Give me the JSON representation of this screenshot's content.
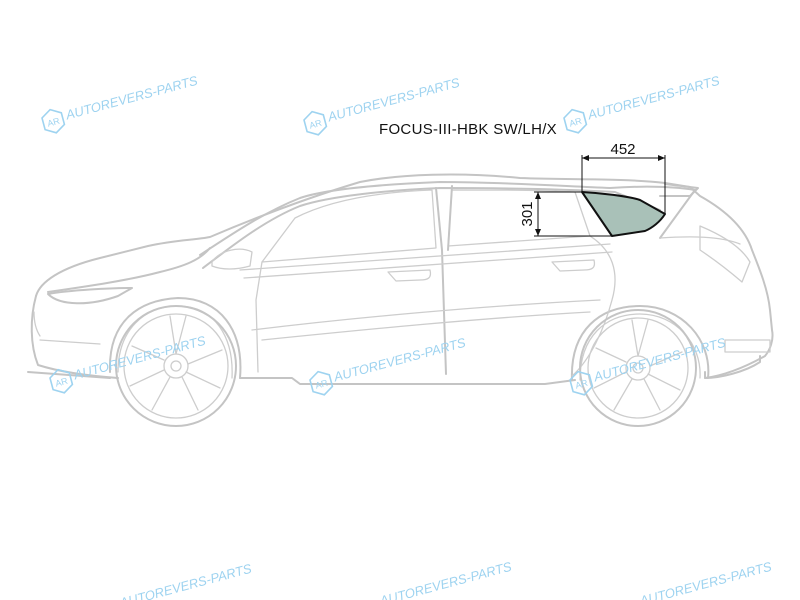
{
  "diagram": {
    "part_code": "FOCUS-III-HBK SW/LH/X",
    "dimensions": {
      "width_mm": "452",
      "height_mm": "301"
    },
    "highlighted_part": "rear-side-window-left",
    "colors": {
      "glass_fill": "#a9c1b8",
      "car_outline": "#c4c4c4",
      "dimension_lines": "#111111",
      "watermark": "#9ed3f0"
    }
  },
  "watermark": {
    "text": "AUTOREVERS-PARTS",
    "logo_text": "AR"
  }
}
